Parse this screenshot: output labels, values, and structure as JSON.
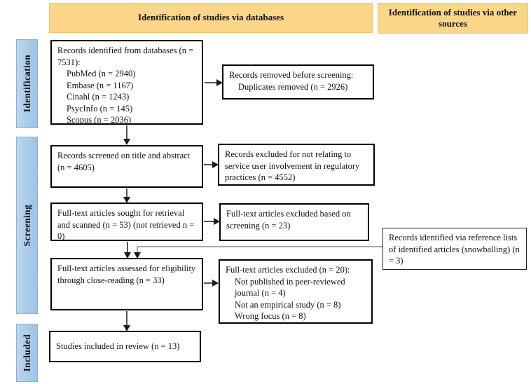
{
  "headers": {
    "databases": "Identification of studies via databases",
    "other_sources": "Identification of studies via other sources"
  },
  "stages": {
    "identification": "Identification",
    "screening": "Screening",
    "included": "Included"
  },
  "boxes": {
    "records_identified": {
      "main": "Records identified from databases (n = 7531):",
      "items": [
        "PubMed (n = 2940)",
        "Embase (n = 1167)",
        "Cinahl (n = 1243)",
        "PsycInfo (n = 145)",
        "Scopus (n = 2036)"
      ]
    },
    "records_removed": {
      "main": "Records removed before screening:",
      "items": [
        "Duplicates removed (n = 2926)"
      ]
    },
    "records_screened": {
      "main": "Records screened on title and abstract (n = 4605)",
      "items": []
    },
    "records_excluded": {
      "main": "Records excluded for not relating to service user involvement in regulatory practices (n = 4552)",
      "items": []
    },
    "fulltext_sought": {
      "main": "Full-text articles sought for retrieval and scanned (n = 53) (not retrieved n = 0)",
      "items": []
    },
    "fulltext_excluded_screening": {
      "main": "Full-text articles excluded based on screening (n = 23)",
      "items": []
    },
    "snowballing": {
      "main": "Records identified via reference lists of identified articles (snowballing) (n = 3)",
      "items": []
    },
    "fulltext_assessed": {
      "main": "Full-text articles assessed for eligibility through close-reading (n = 33)",
      "items": []
    },
    "fulltext_excluded_eligibility": {
      "main": "Full-text articles excluded (n = 20):",
      "items": [
        "Not published in peer-reviewed journal (n = 4)",
        "Not an empirical study (n = 8)",
        "Wrong focus (n = 8)"
      ]
    },
    "studies_included": {
      "main": "Studies included in review (n = 13)",
      "items": []
    }
  },
  "colors": {
    "header_bg": "#FBD689",
    "stage_bg": "#9DC3E6",
    "box_border": "#000000",
    "connector_gray": "#8a8a8a"
  }
}
